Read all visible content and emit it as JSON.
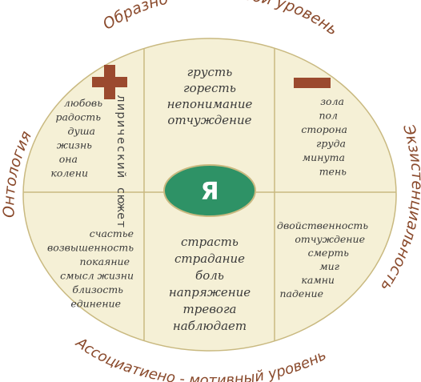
{
  "rings": {
    "top": "Образно - смысловой уровень",
    "bottom": "Ассоциатиено - мотивный уровень",
    "left": "Онтология",
    "right": "Экзистенциальность"
  },
  "center": {
    "label": "Я"
  },
  "vertical_label": "лирический сюжет",
  "quadrants": {
    "top_left": [
      "любовь",
      "радость",
      "душа",
      "жизнь",
      "она",
      "колени"
    ],
    "top_center": [
      "грусть",
      "горесть",
      "непонимание",
      "отчуждение"
    ],
    "top_right": [
      "зола",
      "пол",
      "сторона",
      "груда",
      "минута",
      "тень"
    ],
    "bottom_left": [
      "счастье",
      "возвышенность",
      "покаяние",
      "смысл жизни",
      "близость",
      "единение"
    ],
    "bottom_center": [
      "страсть",
      "страдание",
      "боль",
      "напряжение",
      "тревога",
      "наблюдает"
    ],
    "bottom_right": [
      "двойственность",
      "отчуждение",
      "смерть",
      "миг",
      "камни",
      "падение"
    ]
  },
  "colors": {
    "fill": "#f5f0d6",
    "line": "#c9b980",
    "sign": "#9b4a2e",
    "center": "#2e9266",
    "ring_text": "#8a4a2c"
  },
  "icons": {
    "plus": "plus-icon",
    "minus": "minus-icon"
  }
}
